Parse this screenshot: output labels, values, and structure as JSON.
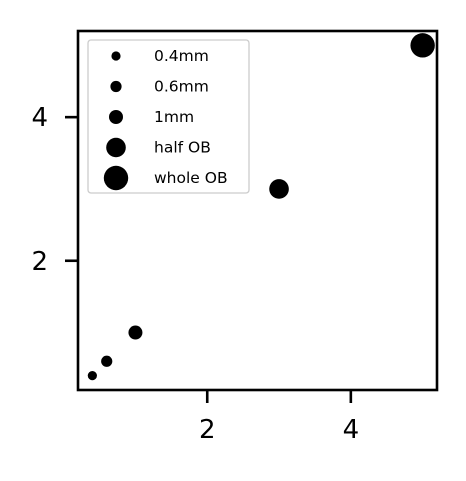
{
  "chart_data": {
    "type": "scatter",
    "title": "",
    "xlabel": "",
    "ylabel": "",
    "xlim": [
      0.2,
      5.2
    ],
    "ylim": [
      0.2,
      5.2
    ],
    "xticks": [
      2,
      4
    ],
    "yticks": [
      2,
      4
    ],
    "xtick_labels": [
      "2",
      "4"
    ],
    "ytick_labels": [
      "2",
      "4"
    ],
    "grid": false,
    "legend_position": "top-left",
    "marker_color": "#000000",
    "series": [
      {
        "name": "0.4mm",
        "x": 0.4,
        "y": 0.4,
        "marker_size": 1
      },
      {
        "name": "0.6mm",
        "x": 0.6,
        "y": 0.6,
        "marker_size": 2
      },
      {
        "name": "1mm",
        "x": 1,
        "y": 1,
        "marker_size": 3
      },
      {
        "name": "half OB",
        "x": 3,
        "y": 3,
        "marker_size": 4
      },
      {
        "name": "whole OB",
        "x": 5,
        "y": 5,
        "marker_size": 5
      }
    ]
  }
}
